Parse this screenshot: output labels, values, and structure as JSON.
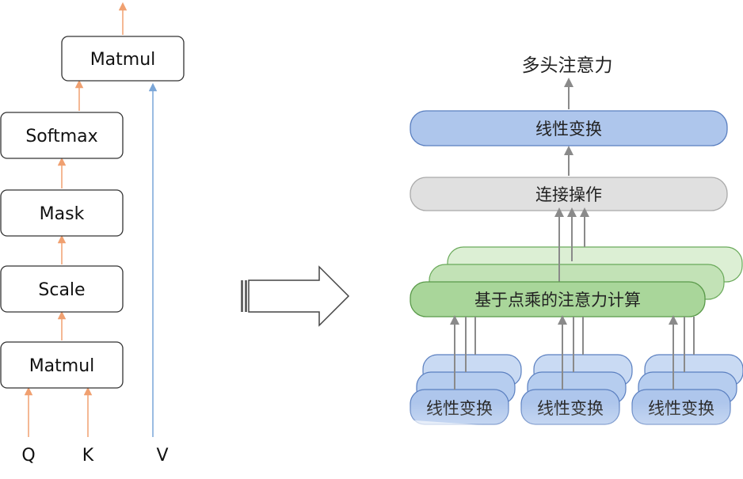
{
  "left_diagram": {
    "boxes": {
      "matmul_top": "Matmul",
      "softmax": "Softmax",
      "mask": "Mask",
      "scale": "Scale",
      "matmul_bottom": "Matmul"
    },
    "inputs": {
      "q": "Q",
      "k": "K",
      "v": "V"
    }
  },
  "right_diagram": {
    "title": "多头注意力",
    "linear_top": "线性变换",
    "concat": "连接操作",
    "attention": "基于点乘的注意力计算",
    "linear_bottom": [
      "线性变换",
      "线性变换",
      "线性变换"
    ]
  },
  "colors": {
    "orange_arrow": "#f0a070",
    "blue_arrow": "#7aa6d8",
    "gray_arrow": "#8a8a8a",
    "blue_fill": "#aec6ec",
    "blue_stroke": "#5a7fc0",
    "gray_fill": "#e0e0e0",
    "green_fill": "#a9d69a",
    "green_light": "#dcefd4",
    "green_stroke": "#6aaa5a"
  }
}
